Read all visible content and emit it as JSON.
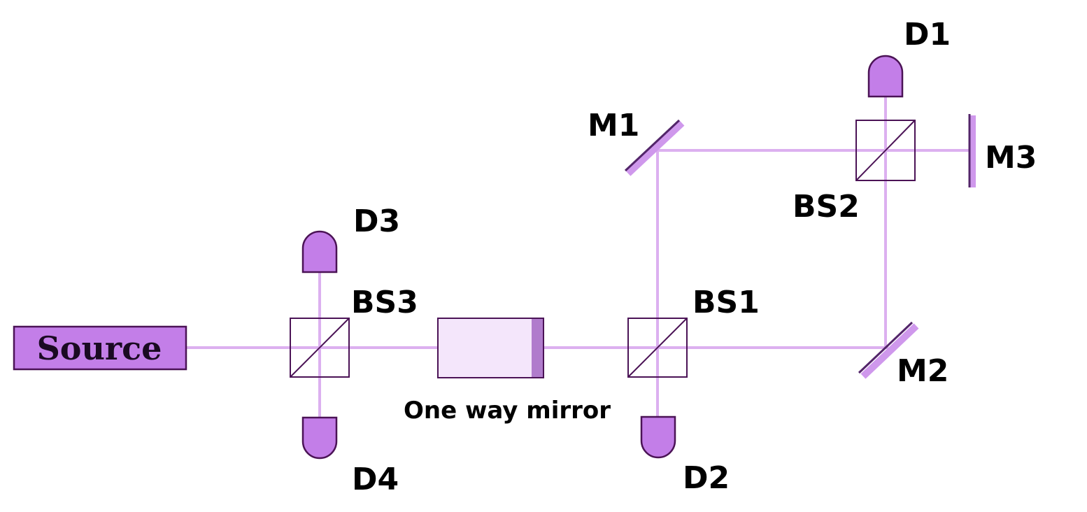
{
  "colors": {
    "beam": "#dcb0f0",
    "component_fill": "#c37ee8",
    "component_stroke": "#4b1356",
    "mirror_light": "#cf98ec",
    "mirror_dark": "#53256a",
    "one_way_fill": "#f4e6fb",
    "one_way_edge": "#b07ccc",
    "text": "#000000"
  },
  "source": {
    "label": "Source"
  },
  "beam_splitters": [
    {
      "id": "BS1",
      "label": "BS1"
    },
    {
      "id": "BS2",
      "label": "BS2"
    },
    {
      "id": "BS3",
      "label": "BS3"
    }
  ],
  "mirrors": [
    {
      "id": "M1",
      "label": "M1"
    },
    {
      "id": "M2",
      "label": "M2"
    },
    {
      "id": "M3",
      "label": "M3"
    }
  ],
  "detectors": [
    {
      "id": "D1",
      "label": "D1"
    },
    {
      "id": "D2",
      "label": "D2"
    },
    {
      "id": "D3",
      "label": "D3"
    },
    {
      "id": "D4",
      "label": "D4"
    }
  ],
  "one_way_mirror": {
    "label": "One way mirror"
  }
}
